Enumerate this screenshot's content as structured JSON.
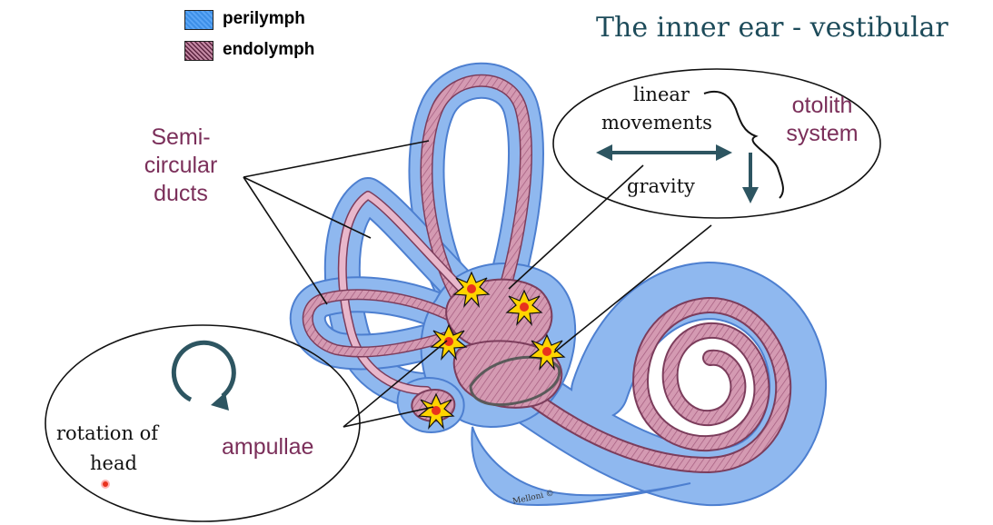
{
  "title": "The inner ear - vestibular",
  "legend": [
    {
      "label": "perilymph",
      "color": "#3d8fe6"
    },
    {
      "label": "endolymph",
      "color": "#9b4d73"
    }
  ],
  "labels": {
    "semicircular_line1": "Semi-",
    "semicircular_line2": "circular",
    "semicircular_line3": "ducts",
    "linear_line1": "linear",
    "linear_line2": "movements",
    "gravity": "gravity",
    "otolith_line1": "otolith",
    "otolith_line2": "system",
    "rotation_line1": "rotation of",
    "rotation_line2": "head",
    "ampullae": "ampullae",
    "artist": "Melloni ©"
  },
  "colors": {
    "perilymph_fill": "#8fb8ef",
    "perilymph_edge": "#4d7fd0",
    "endolymph_fill": "#d49ab2",
    "endolymph_edge": "#7c3d5c",
    "arrow": "#2d5561",
    "label_maroon": "#7b2f5a",
    "title": "#1d4b5a",
    "hair_cell_outer": "#ffd400",
    "hair_cell_inner": "#e8321e"
  },
  "icons": [
    "rotation-arrow-icon",
    "horizontal-double-arrow-icon",
    "down-arrow-icon",
    "curly-brace-icon",
    "hair-cell-burst-icon"
  ]
}
